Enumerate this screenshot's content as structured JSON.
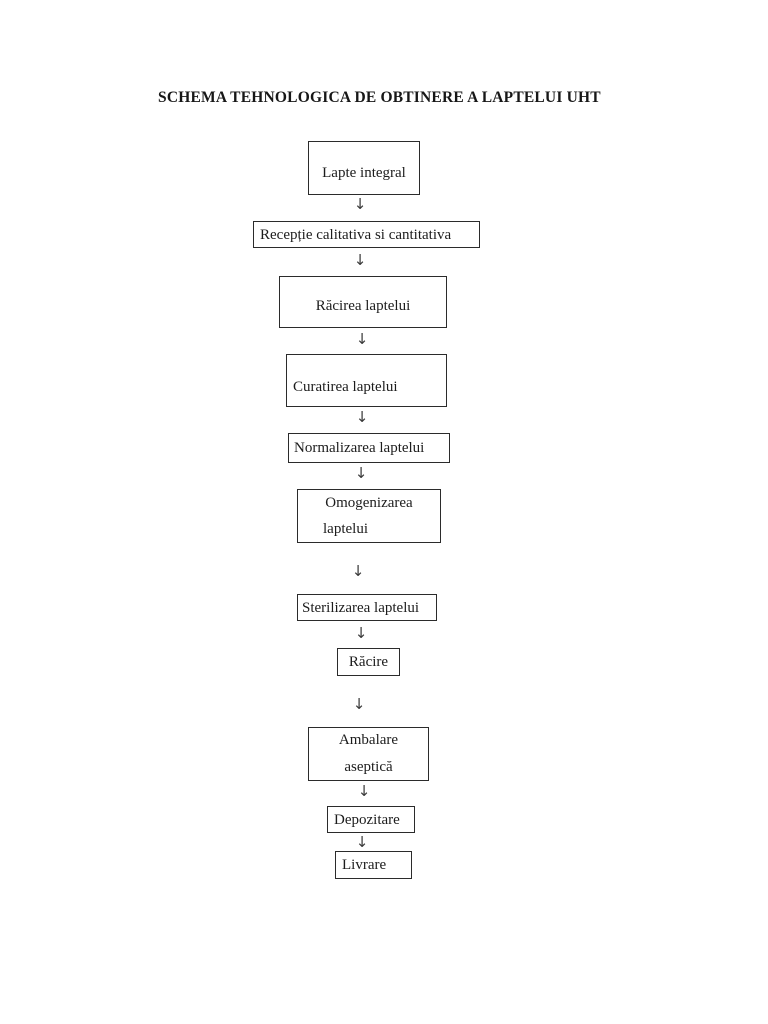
{
  "document": {
    "title": "SCHEMA TEHNOLOGICA DE OBTINERE A LAPTELUI UHT"
  },
  "flowchart": {
    "arrow_glyph": "↓",
    "ink_color": "#1c1c1c",
    "background_color": "#ffffff",
    "nodes": [
      {
        "id": "lapte-integral",
        "lines": [
          "Lapte integral"
        ]
      },
      {
        "id": "receptie",
        "lines": [
          "Recepție calitativa si cantitativa"
        ]
      },
      {
        "id": "racirea-laptelui",
        "lines": [
          "Răcirea laptelui"
        ]
      },
      {
        "id": "curatirea-laptelui",
        "lines": [
          "Curatirea laptelui"
        ]
      },
      {
        "id": "normalizarea-laptelui",
        "lines": [
          "Normalizarea laptelui"
        ]
      },
      {
        "id": "omogenizarea-laptelui",
        "lines": [
          "Omogenizarea",
          "laptelui"
        ]
      },
      {
        "id": "sterilizarea-laptelui",
        "lines": [
          "Sterilizarea laptelui"
        ]
      },
      {
        "id": "racire",
        "lines": [
          "Răcire"
        ]
      },
      {
        "id": "ambalare-aseptica",
        "lines": [
          "Ambalare",
          "aseptică"
        ]
      },
      {
        "id": "depozitare",
        "lines": [
          "Depozitare"
        ]
      },
      {
        "id": "livrare",
        "lines": [
          "Livrare"
        ]
      }
    ]
  }
}
